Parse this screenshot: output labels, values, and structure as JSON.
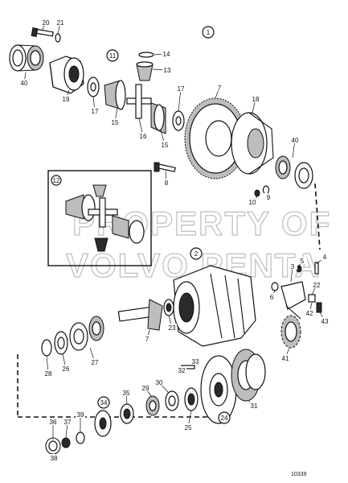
{
  "diagram_id_label": "1",
  "drawing_number": "10339",
  "watermark": {
    "line1": "PROPERTY OF",
    "line2": "VOLVO PENTA"
  },
  "inset_label": "12",
  "parts": [
    {
      "id": "p20",
      "text": "20",
      "circled": false
    },
    {
      "id": "p21",
      "text": "21",
      "circled": false
    },
    {
      "id": "p40a",
      "text": "40",
      "circled": false
    },
    {
      "id": "p19",
      "text": "19",
      "circled": false
    },
    {
      "id": "p17a",
      "text": "17",
      "circled": false
    },
    {
      "id": "p15a",
      "text": "15",
      "circled": false
    },
    {
      "id": "p11",
      "text": "11",
      "circled": true
    },
    {
      "id": "p14",
      "text": "14",
      "circled": false
    },
    {
      "id": "p13",
      "text": "13",
      "circled": false
    },
    {
      "id": "p16",
      "text": "16",
      "circled": false
    },
    {
      "id": "p15b",
      "text": "15",
      "circled": false
    },
    {
      "id": "p17b",
      "text": "17",
      "circled": false
    },
    {
      "id": "p7a",
      "text": "7",
      "circled": false
    },
    {
      "id": "p18",
      "text": "18",
      "circled": false
    },
    {
      "id": "p40b",
      "text": "40",
      "circled": false
    },
    {
      "id": "p8",
      "text": "8",
      "circled": false
    },
    {
      "id": "p10",
      "text": "10",
      "circled": false
    },
    {
      "id": "p9",
      "text": "9",
      "circled": false
    },
    {
      "id": "p2",
      "text": "2",
      "circled": true
    },
    {
      "id": "p6",
      "text": "6",
      "circled": false
    },
    {
      "id": "p3",
      "text": "3",
      "circled": false
    },
    {
      "id": "p5",
      "text": "5",
      "circled": false
    },
    {
      "id": "p4",
      "text": "4",
      "circled": false
    },
    {
      "id": "p22",
      "text": "22",
      "circled": false
    },
    {
      "id": "p42",
      "text": "42",
      "circled": false
    },
    {
      "id": "p43",
      "text": "43",
      "circled": false
    },
    {
      "id": "p41",
      "text": "41",
      "circled": false
    },
    {
      "id": "p23",
      "text": "23",
      "circled": false
    },
    {
      "id": "p7b",
      "text": "7",
      "circled": false
    },
    {
      "id": "p28",
      "text": "28",
      "circled": false
    },
    {
      "id": "p26",
      "text": "26",
      "circled": false
    },
    {
      "id": "p27",
      "text": "27",
      "circled": false
    },
    {
      "id": "p33",
      "text": "33",
      "circled": false
    },
    {
      "id": "p32",
      "text": "32",
      "circled": false
    },
    {
      "id": "p30",
      "text": "30",
      "circled": false
    },
    {
      "id": "p29",
      "text": "29",
      "circled": false
    },
    {
      "id": "p35",
      "text": "35",
      "circled": false
    },
    {
      "id": "p34",
      "text": "34",
      "circled": true
    },
    {
      "id": "p24",
      "text": "24",
      "circled": true
    },
    {
      "id": "p31",
      "text": "31",
      "circled": false
    },
    {
      "id": "p25",
      "text": "25",
      "circled": false
    },
    {
      "id": "p36",
      "text": "36",
      "circled": false
    },
    {
      "id": "p37",
      "text": "37",
      "circled": false
    },
    {
      "id": "p38",
      "text": "38",
      "circled": false
    },
    {
      "id": "p39",
      "text": "39",
      "circled": false
    }
  ]
}
